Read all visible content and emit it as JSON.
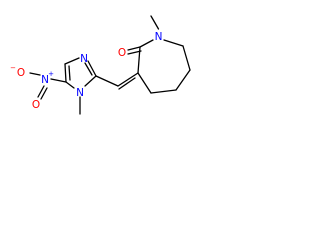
{
  "atoms": {
    "n_azepane": "N",
    "o_carbonyl": "O",
    "n_imidazole_ring": "N",
    "n_imidazole_methyl": "N",
    "n_nitro": "N",
    "n_nitro_charge": "+",
    "o_nitro_neg": "O",
    "o_nitro_charge": "−",
    "o_nitro_dbl": "O"
  },
  "colors": {
    "bond": "#000000",
    "nitrogen": "#0000ff",
    "oxygen": "#ff0000"
  }
}
